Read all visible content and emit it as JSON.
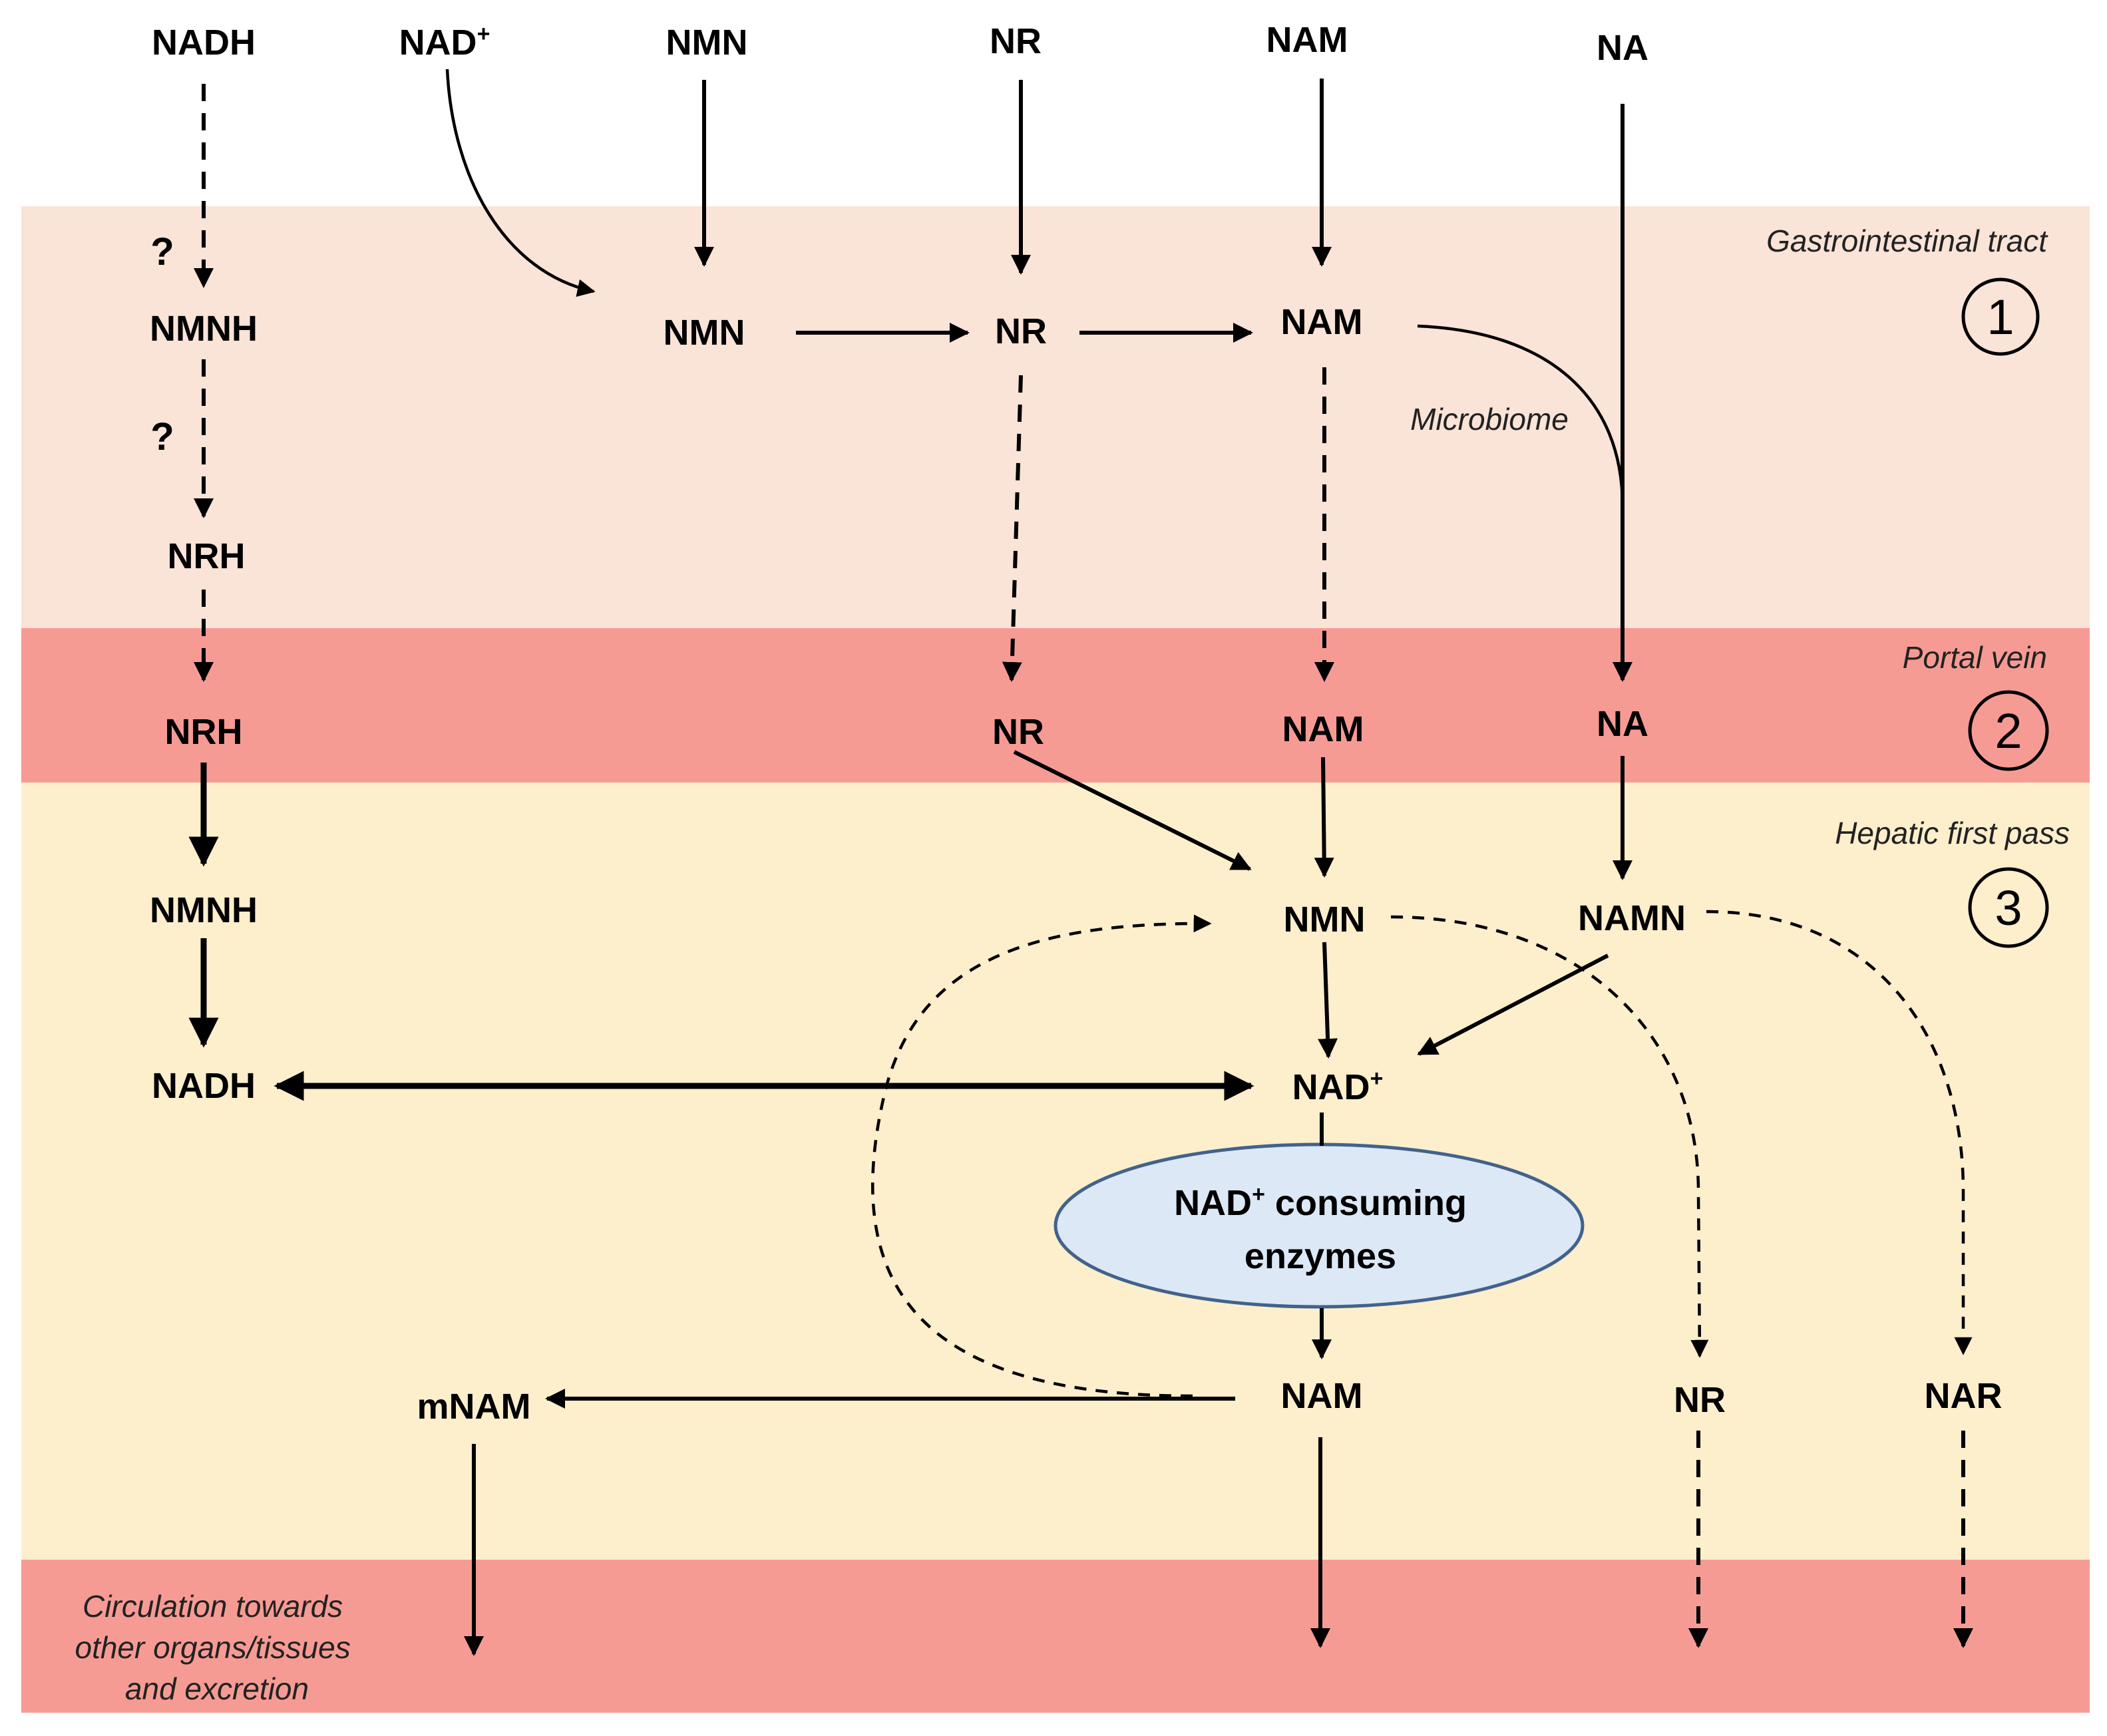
{
  "zones": [
    {
      "label": "Gastrointestinal tract",
      "number": "1",
      "color": "#fae3d7"
    },
    {
      "label": "Portal vein",
      "number": "2",
      "color": "#f69b94"
    },
    {
      "label": "Hepatic first pass",
      "number": "3",
      "color": "#fdeecc"
    },
    {
      "label": "Circulation towards\nother organs/tissues\nand excretion",
      "color": "#f69b94"
    }
  ],
  "dietary": [
    "NADH",
    "NAD",
    "NMN",
    "NR",
    "NAM",
    "NA"
  ],
  "gi": {
    "nmnh": "NMNH",
    "nrh": "NRH",
    "nmn": "NMN",
    "nr": "NR",
    "nam": "NAM",
    "unknown_1": "?",
    "unknown_2": "?",
    "microbiome": "Microbiome"
  },
  "portal": {
    "nrh": "NRH",
    "nr": "NR",
    "nam": "NAM",
    "na": "NA"
  },
  "hepatic": {
    "nmnh": "NMNH",
    "nadh": "NADH",
    "nmn": "NMN",
    "namn": "NAMN",
    "nad": "NAD",
    "enzymes_line1_main": "NAD",
    "enzymes_line1_rest": " consuming",
    "enzymes_line2": "enzymes",
    "nam": "NAM",
    "mnam": "mNAM",
    "nr": "NR",
    "nar": "NAR"
  },
  "superscript_plus": "+",
  "colors": {
    "gi": "#fae3d7",
    "portal": "#f69b94",
    "hepatic": "#fdeecc",
    "circulation": "#f69b94",
    "enzyme_fill": "#dce8f6",
    "enzyme_stroke": "#41628c"
  }
}
